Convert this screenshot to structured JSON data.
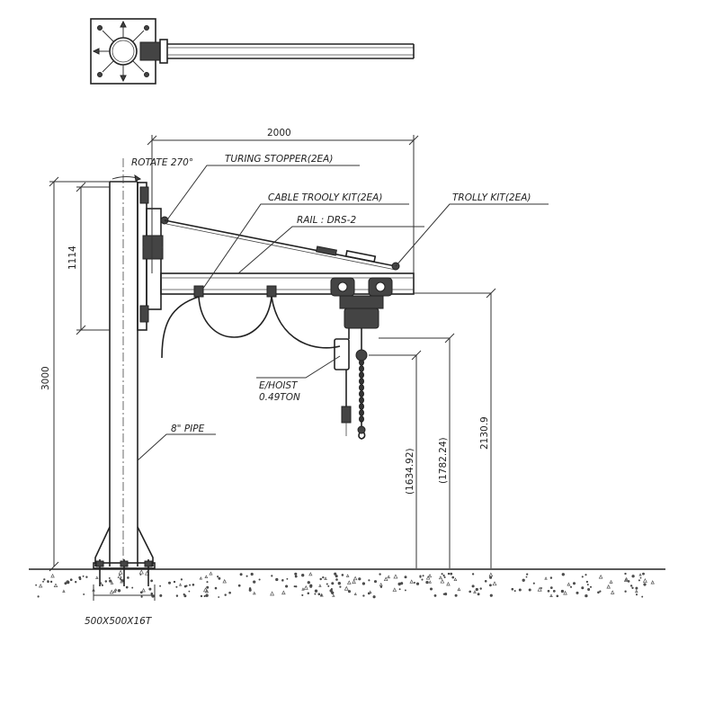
{
  "labels": {
    "rotate": "ROTATE 270°",
    "turing_stopper": "TURING STOPPER(2EA)",
    "cable_trooly": "CABLE TROOLY KIT(2EA)",
    "trolly_kit": "TROLLY KIT(2EA)",
    "rail": "RAIL : DRS-2",
    "hoist_name": "E/HOIST",
    "hoist_capacity": "0.49TON",
    "pipe": "8\" PIPE",
    "base_plate": "500X500X16T"
  },
  "dimensions": {
    "boom_length": "2000",
    "bracket_height": "1114",
    "total_height": "3000",
    "rail_height": "2130.9",
    "hoist_height": "(1782.24)",
    "hook_height": "(1634.92)"
  }
}
